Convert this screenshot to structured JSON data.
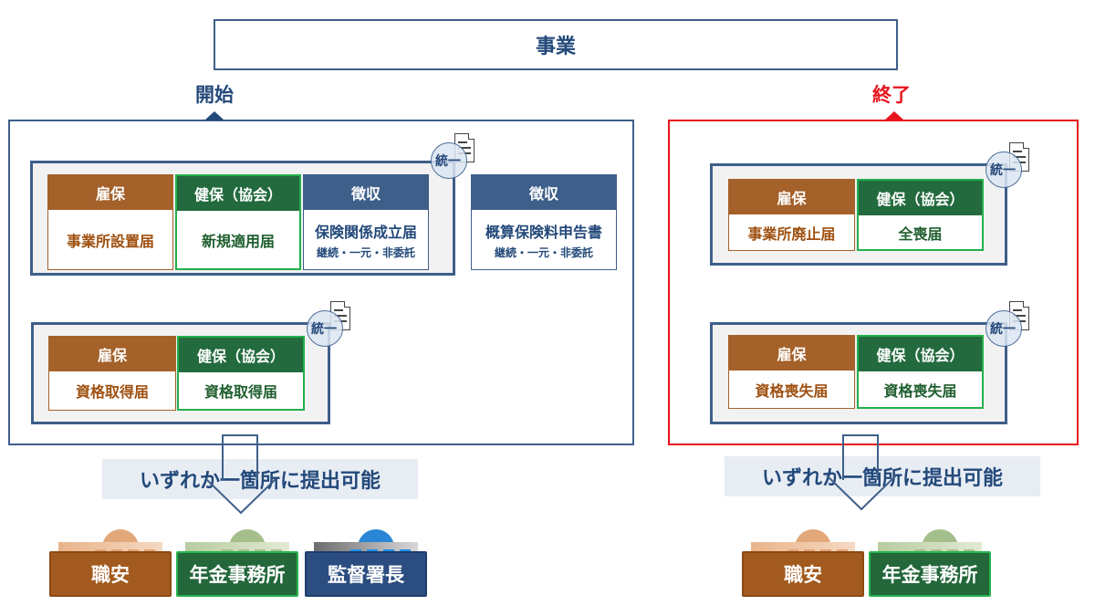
{
  "title": "事業",
  "colors": {
    "navy": "#23497a",
    "red": "#e8141c",
    "koyo_brown": "#a5612a",
    "kenpo_green": "#236b3e",
    "choshu_blue": "#3e5f8a"
  },
  "start": {
    "label": "開始",
    "groups": [
      {
        "badge": "統一",
        "cells": [
          {
            "header": "雇保",
            "body": "事業所設置届",
            "sub": ""
          },
          {
            "header": "健保（協会）",
            "body": "新規適用届",
            "sub": ""
          },
          {
            "header": "徴収",
            "body": "保険関係成立届",
            "sub": "継続・一元・非委託"
          }
        ]
      },
      {
        "badge": "統一",
        "cells": [
          {
            "header": "雇保",
            "body": "資格取得届",
            "sub": ""
          },
          {
            "header": "健保（協会）",
            "body": "資格取得届",
            "sub": ""
          }
        ]
      }
    ],
    "standalone": {
      "header": "徴収",
      "body": "概算保険料申告書",
      "sub": "継続・一元・非委託"
    },
    "submit_text": "いずれか一箇所に提出可能",
    "offices": [
      {
        "name": "職安",
        "icon": "building-icon"
      },
      {
        "name": "年金事務所",
        "icon": "building-icon"
      },
      {
        "name": "監督署長",
        "icon": "building-icon"
      }
    ]
  },
  "end": {
    "label": "終了",
    "groups": [
      {
        "badge": "統一",
        "cells": [
          {
            "header": "雇保",
            "body": "事業所廃止届",
            "sub": ""
          },
          {
            "header": "健保（協会）",
            "body": "全喪届",
            "sub": ""
          }
        ]
      },
      {
        "badge": "統一",
        "cells": [
          {
            "header": "雇保",
            "body": "資格喪失届",
            "sub": ""
          },
          {
            "header": "健保（協会）",
            "body": "資格喪失届",
            "sub": ""
          }
        ]
      }
    ],
    "submit_text": "いずれか一箇所に提出可能",
    "offices": [
      {
        "name": "職安",
        "icon": "building-icon"
      },
      {
        "name": "年金事務所",
        "icon": "building-icon"
      }
    ]
  }
}
